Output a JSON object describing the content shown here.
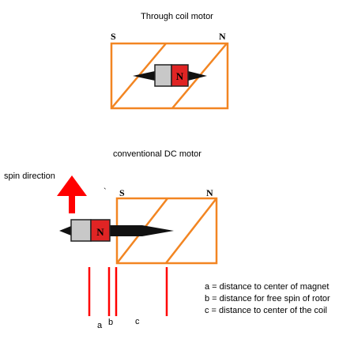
{
  "title_top": "Through coil motor",
  "title_bottom": "conventional DC motor",
  "spin_label": "spin direction",
  "dot_mark": "`",
  "poles": {
    "top_s": "S",
    "top_n": "N",
    "bottom_s": "S",
    "bottom_n": "N"
  },
  "magnet_labels": {
    "top": "N",
    "bottom": "N"
  },
  "legend": {
    "a": "a = distance to center of magnet",
    "b": "b = distance for free spin of rotor",
    "c": "c = distance to center of the coil"
  },
  "letters": {
    "a": "a",
    "b": "b",
    "c": "c"
  },
  "colors": {
    "coil": "#f28522",
    "marker": "#ff0000",
    "magnet_n": "#e02424",
    "magnet_s": "#c8c8c8",
    "shaft": "#111111"
  }
}
